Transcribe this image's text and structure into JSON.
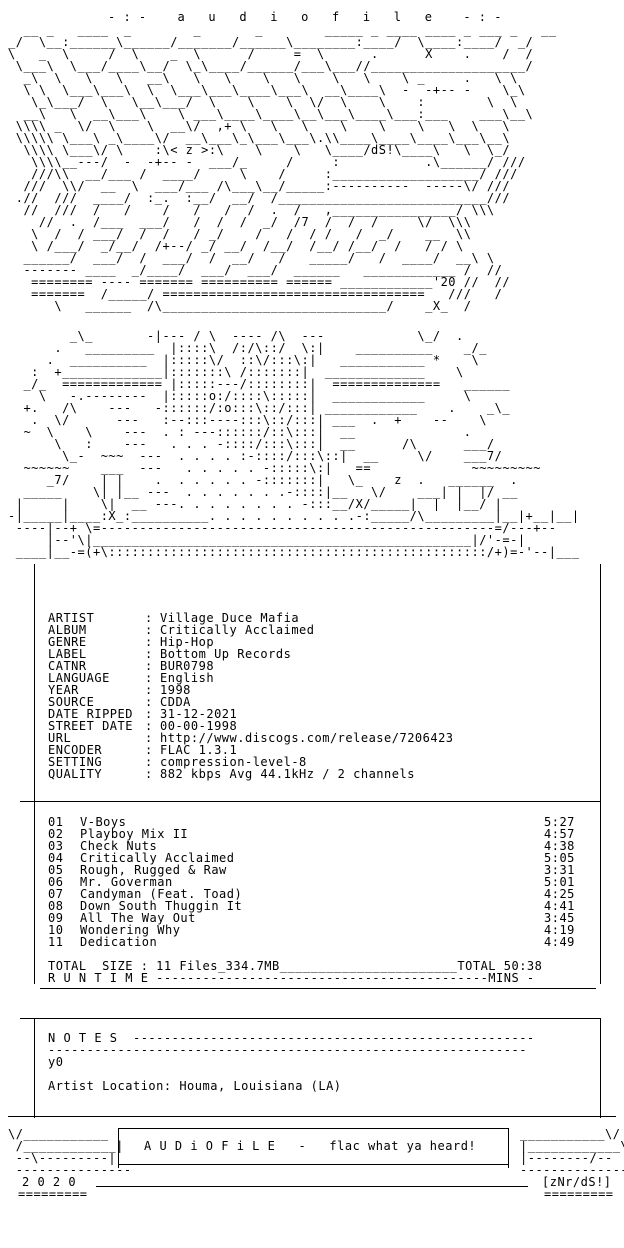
{
  "header_title": "- : -    a   u   d   i   o   f   i   l   e    - : -",
  "logo_art": [
    "  __ _   ____  _        _       _        _____ _ ____ ____ _ ___ _   __",
    "_/  \\__:______\\______/_______/______\\________:____/  \\____:____/  _/",
    "\\   _  \\     /  \\    _  \\      /     =  \\      .      X    .    /  /",
    " \\___\\  \\___/____\\__/  \\_\\____/______/___\\___//____________________/",
    "  _\\  \\   \\   \\   __\\   \\   \\    \\   \\    \\   \\    \\ _     .   \\ \\",
    "  \\ \\  \\___\\___\\  \\  \\___\\___\\____\\___\\  __\\____\\  -  -+-- -    \\_\\",
    "   \\_\\___/  \\   \\__\\___/  \\    \\    \\  \\/  \\    \\    :        \\  \\",
    "  __\\   \\  __\\___\\    \\ ___\\____\\____\\__\\___\\____\\___:___    ___\\__\\",
    " \\\\\\\\ _  \\/  \\    \\  __\\/  ,+ \\   \\   \\    \\    \\    \\   \\  \\   \\",
    " \\\\\\\\\\ \\___\\ _\\____\\/  __\\___\\_\\___\\___\\.\\\\____\\____\\____\\___\\__\\",
    "  \\\\\\\\ \\___\\/ \\    :\\< z >:\\    \\    \\   \\____/dS!\\____\\   \\  \\_/",
    "   \\\\\\\\__---/  -  -+-- -  ___/_     /     :           .\\______/ ///",
    "   ///\\\\  __/___ /  ____/     \\    /     :___________________/ ///",
    "  ///  \\\\/  __  \\  ___/___ /\\___\\__/_____:----------  -----\\/ ///",
    " .//  ///  ____/  :_.  :__/  __/  /___________________________///",
    "  //  ///  /   /    /   /   /  /  .  /   ,________________/ \\\\\\",
    "    //  .  /___  ___/   /  /  /  _/  /7  /  /  /     \\/  \\\\\\",
    "   \\  /  / ___/  /  /   / _/    /   /  / /   /  _/    __  \\\\",
    "   \\ /___/  _/__/  /+--/ _/ __/  /__/  /__/ /__/  /   / / \\",
    "  ______/  ___/  /  ___/  /  __/   /   _____/   /  ____/  __\\ \\",
    "  ------- ____  _/____/  ___/  ___/  ______   ____________ /  //",
    "   ======== ---- ======= ========== ====== ____________'20 //  //",
    "   =======  /_____/ ==================================   ///   /",
    "      \\   ______  /\\_____________________________/    _X_  /"
  ],
  "building_art": [
    "        _\\_       -|--- / \\  ---- /\\  ---            \\_/  .",
    "      .   _________  |::::\\  /:/\\::/  \\:|    __________    _/_",
    "     .  __________  |:::::\\/  ::\\/:::\\:|   ___________ *    \\",
    "   :  +_____________|:::::::\\ /:::::::|  _____________    \\",
    "  _/_  ============= |:::::---/::::::::|  ==============   ______",
    "    \\   -.--------  |:::::o:/::::\\:::::|  ____________     \\",
    "  +.   /\\    ---   -::::::/:o:::\\::/:::| ____________    .    _\\_",
    "   .  \\/      ---   :--:::----:::\\::/:::| ___  .  +    --    \\",
    "  ~  \\    \\    ---  . : ---::::::/::\\:::|  __              .",
    "      \\   :    ---   . . . -::::/:::\\:::|  __      /\\      ___/",
    "       \\_-  ~~~  ---  . . . . :-::::/:::\\::|  __     \\/    ___7/",
    "  ~~~~~~    ___  ---   . . . . . -:::::\\:|   ==             ~~~~~~~~~",
    "     _7/    | |    .  . . . . . -:::::::|   \\_    z  .   ______  .",
    "  _____    \\| |__ ---  . . . . . . .-::::|__   \\/    ___| |  |/ __",
    " |     |    \\|  __ ---. . . . . . . . -:::__/X/_____|  |  |__/ |",
    "-|_____|____:X_:__________. . . . . . . . . .-:_____/\\_________|__|+__|__|",
    " ----|--+ \\=---------------------------------------------------=/---+--",
    "     |--'\\|_________________________________________________|/'-=-|",
    " ____|__-=(+\\:::::::::::::::::::::::::::::::::::::::::::::::::/+)=-'--|___"
  ],
  "info": [
    {
      "label": "ARTIST",
      "value": "Village Duce Mafia"
    },
    {
      "label": "ALBUM",
      "value": "Critically Acclaimed"
    },
    {
      "label": "GENRE",
      "value": "Hip-Hop"
    },
    {
      "label": "LABEL",
      "value": "Bottom Up Records"
    },
    {
      "label": "CATNR",
      "value": "BUR0798"
    },
    {
      "label": "LANGUAGE",
      "value": "English"
    },
    {
      "label": "YEAR",
      "value": "1998"
    },
    {
      "label": "SOURCE",
      "value": "CDDA"
    },
    {
      "label": "DATE RIPPED",
      "value": "31-12-2021"
    },
    {
      "label": "STREET DATE",
      "value": "00-00-1998"
    },
    {
      "label": "URL",
      "value": "http://www.discogs.com/release/7206423"
    },
    {
      "label": "ENCODER",
      "value": "FLAC 1.3.1"
    },
    {
      "label": "SETTING",
      "value": "compression-level-8"
    },
    {
      "label": "QUALITY",
      "value": "882 kbps Avg 44.1kHz / 2 channels"
    }
  ],
  "tracks": [
    {
      "no": "01",
      "title": "V-Boys",
      "time": "5:27"
    },
    {
      "no": "02",
      "title": "Playboy Mix II",
      "time": "4:57"
    },
    {
      "no": "03",
      "title": "Check Nuts",
      "time": "4:38"
    },
    {
      "no": "04",
      "title": "Critically Acclaimed",
      "time": "5:05"
    },
    {
      "no": "05",
      "title": "Rough, Rugged & Raw",
      "time": "3:31"
    },
    {
      "no": "06",
      "title": "Mr. Goverman",
      "time": "5:01"
    },
    {
      "no": "07",
      "title": "Candyman (Feat. Toad)",
      "time": "4:25"
    },
    {
      "no": "08",
      "title": "Down South Thuggin It",
      "time": "4:41"
    },
    {
      "no": "09",
      "title": "All The Way Out",
      "time": "3:45"
    },
    {
      "no": "10",
      "title": "Wondering Why",
      "time": "4:19"
    },
    {
      "no": "11",
      "title": "Dedication",
      "time": "4:49"
    }
  ],
  "total_size_line": "TOTAL  SIZE : 11 Files_334.7MB_______________________TOTAL 50:38",
  "runtime_line": "R U N T I M E -------------------------------------------MINS -",
  "notes_header": "N O T E S  ----------------------------------------------------",
  "notes_rule": "--------------------------------------------------------------",
  "notes_lines": [
    "y0",
    "Artist Location: Houma, Louisiana (LA)"
  ],
  "footer_slogan": "A U D i O F i L E   -   flac what ya heard!",
  "footer_year": "2 0 2 0",
  "footer_tag": "[zNr/dS!]"
}
